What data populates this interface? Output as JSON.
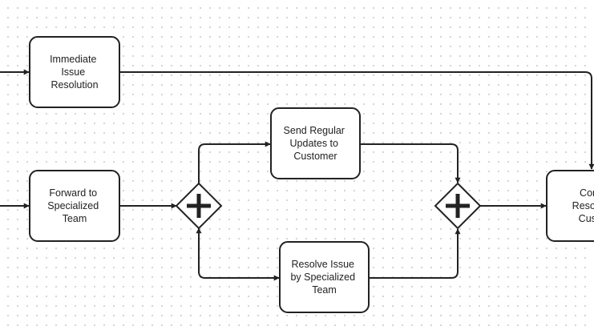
{
  "diagram": {
    "type": "bpmn-process",
    "tasks": [
      {
        "id": "immediate",
        "lines": [
          "Immediate",
          "Issue",
          "Resolution"
        ]
      },
      {
        "id": "forward",
        "lines": [
          "Forward to",
          "Specialized",
          "Team"
        ]
      },
      {
        "id": "updates",
        "lines": [
          "Send Regular",
          "Updates to",
          "Customer"
        ]
      },
      {
        "id": "resolve",
        "lines": [
          "Resolve Issue",
          "by Specialized",
          "Team"
        ]
      },
      {
        "id": "confirm",
        "lines": [
          "Conf",
          "Resoluti",
          "Custo"
        ]
      }
    ],
    "gateways": [
      {
        "id": "split",
        "kind": "parallel",
        "symbol": "plus"
      },
      {
        "id": "join",
        "kind": "parallel",
        "symbol": "plus"
      }
    ],
    "colors": {
      "stroke": "#222222",
      "fill": "#ffffff",
      "grid_dot": "#c9c9c9"
    }
  }
}
